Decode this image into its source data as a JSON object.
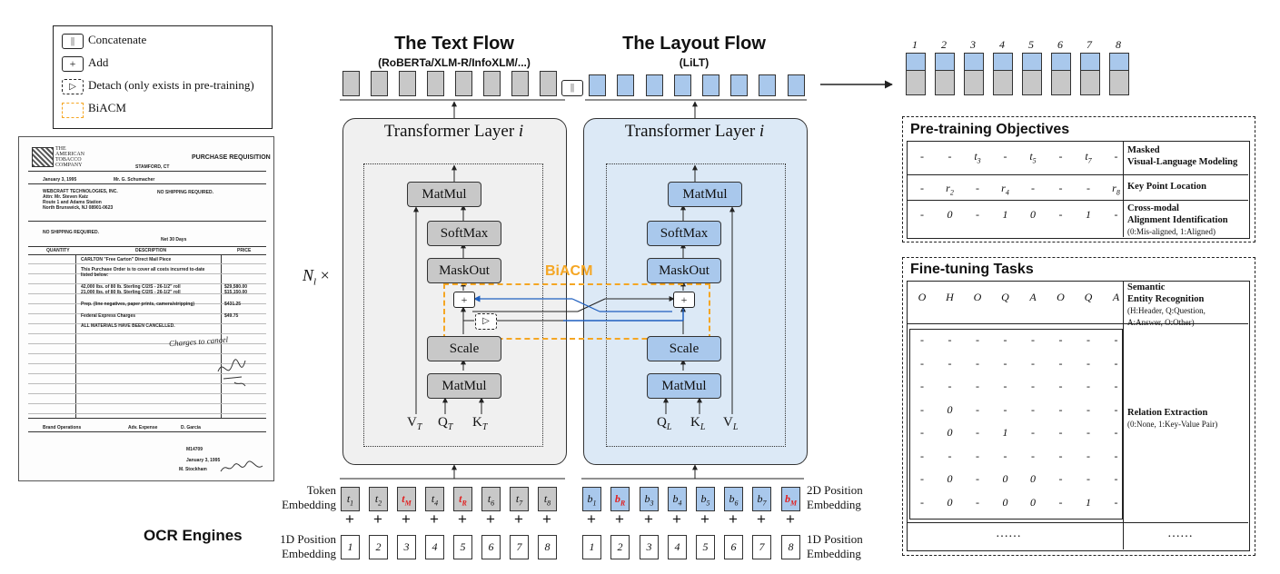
{
  "legend": {
    "concat_symbol": "||",
    "concat_label": "Concatenate",
    "add_symbol": "+",
    "add_label": "Add",
    "detach_symbol": "▷",
    "detach_label": "Detach (only exists in pre-training)",
    "biacm_label": "BiACM"
  },
  "document": {
    "company_line1": "THE",
    "company_line2": "AMERICAN",
    "company_line3": "TOBACCO",
    "company_line4": "COMPANY",
    "doc_title": "PURCHASE REQUISITION",
    "location": "STAMFORD, CT",
    "date_value": "January 3, 1995",
    "requisitioner": "Mr. G. Schumacher",
    "supplier_line1": "WEBCRAFT TECHNOLOGIES, INC.",
    "supplier_line2": "Attn: Mr. Steven Katz",
    "supplier_line3": "Route 1 and Adams Station",
    "supplier_line4": "North Brunswick, NJ 08901-0623",
    "ship_to": "NO SHIPPING REQUIRED.",
    "shipment_note": "NO SHIPPING REQUIRED.",
    "terms": "Net 30 Days",
    "col_quantity": "QUANTITY",
    "col_description": "DESCRIPTION",
    "col_price": "PRICE",
    "items": [
      "CARLTON \"Free Carton\" Direct Mail Piece",
      "This Purchase Order is to cover all costs incurred to-date listed below:",
      "42,000 lbs. of 80 lb. Sterling C/2/S - 26-1/2\" roll",
      "21,000 lbs. of 80 lb. Sterling C/2/S - 26-1/2\" roll",
      "Prep. (line negatives, paper prints, camera/stripping)",
      "Federal Express Charges",
      "ALL MATERIALS HAVE BEEN CANCELLED."
    ],
    "prices": [
      "$29,580.00",
      "$15,150.00",
      "$431.25",
      "$49.75"
    ],
    "handwriting": "Charges to cancel",
    "dept": "Brand Operations",
    "acct": "Adv. Expense",
    "charge_to": "D. Garcia",
    "po_number": "M14709",
    "sign_date": "January 3, 1995",
    "approver": "M. Stockham"
  },
  "ocr_label": "OCR Engines",
  "text_flow": {
    "title": "The Text Flow",
    "subtitle": "(RoBERTa/XLM-R/InfoXLM/...)",
    "layer_title": "Transformer Layer",
    "layer_index": "i",
    "matmul_top": "MatMul",
    "softmax": "SoftMax",
    "maskout": "MaskOut",
    "scale": "Scale",
    "matmul_bottom": "MatMul",
    "v": "V",
    "v_sub": "T",
    "q": "Q",
    "q_sub": "T",
    "k": "K",
    "k_sub": "T"
  },
  "layout_flow": {
    "title": "The Layout Flow",
    "subtitle": "(LiLT)",
    "layer_title": "Transformer Layer",
    "layer_index": "i",
    "matmul_top": "MatMul",
    "softmax": "SoftMax",
    "maskout": "MaskOut",
    "scale": "Scale",
    "matmul_bottom": "MatMul",
    "q": "Q",
    "q_sub": "L",
    "k": "K",
    "k_sub": "L",
    "v": "V",
    "v_sub": "L"
  },
  "biacm": "BiACM",
  "concat_symbol": "||",
  "add_symbol": "+",
  "detach_symbol": "▷",
  "nl_label": "N",
  "nl_sub": "l",
  "nl_times": "×",
  "token_embedding": [
    "Token",
    "Embedding"
  ],
  "pos2d_embedding": [
    "2D Position",
    "Embedding"
  ],
  "pos1d_embedding": [
    "1D Position",
    "Embedding"
  ],
  "pos1d_embedding_right": [
    "1D Position",
    "Embedding"
  ],
  "token_labels": [
    {
      "base": "t",
      "sub": "1",
      "special": false
    },
    {
      "base": "t",
      "sub": "2",
      "special": false
    },
    {
      "base": "t",
      "sub": "M",
      "special": true
    },
    {
      "base": "t",
      "sub": "4",
      "special": false
    },
    {
      "base": "t",
      "sub": "R",
      "special": true
    },
    {
      "base": "t",
      "sub": "6",
      "special": false
    },
    {
      "base": "t",
      "sub": "7",
      "special": false
    },
    {
      "base": "t",
      "sub": "8",
      "special": false
    }
  ],
  "box_labels": [
    {
      "base": "b",
      "sub": "1",
      "special": false
    },
    {
      "base": "b",
      "sub": "R",
      "special": true
    },
    {
      "base": "b",
      "sub": "3",
      "special": false
    },
    {
      "base": "b",
      "sub": "4",
      "special": false
    },
    {
      "base": "b",
      "sub": "5",
      "special": false
    },
    {
      "base": "b",
      "sub": "6",
      "special": false
    },
    {
      "base": "b",
      "sub": "7",
      "special": false
    },
    {
      "base": "b",
      "sub": "M",
      "special": true
    }
  ],
  "pos_numbers": [
    "1",
    "2",
    "3",
    "4",
    "5",
    "6",
    "7",
    "8"
  ],
  "output_numbers": [
    "1",
    "2",
    "3",
    "4",
    "5",
    "6",
    "7",
    "8"
  ],
  "pretraining": {
    "title": "Pre-training Objectives",
    "rows": [
      {
        "cells": [
          "-",
          "-",
          "t3",
          "-",
          "t5",
          "-",
          "t7",
          "-"
        ],
        "label_bold": [
          "Masked",
          "Visual-Language Modeling"
        ],
        "label_note": ""
      },
      {
        "cells": [
          "-",
          "r2",
          "-",
          "r4",
          "-",
          "-",
          "-",
          "r8"
        ],
        "label_bold": [
          "Key Point Location"
        ],
        "label_note": ""
      },
      {
        "cells": [
          "-",
          "0",
          "-",
          "1",
          "0",
          "-",
          "1",
          "-"
        ],
        "label_bold": [
          "Cross-modal",
          "Alignment Identification"
        ],
        "label_note": "(0:Mis-aligned, 1:Aligned)"
      }
    ]
  },
  "finetuning": {
    "title": "Fine-tuning Tasks",
    "ser_cells": [
      "O",
      "H",
      "O",
      "Q",
      "A",
      "O",
      "Q",
      "A"
    ],
    "ser_label": [
      "Semantic",
      "Entity Recognition"
    ],
    "ser_note": [
      "(H:Header, Q:Question,",
      "A:Answer, O:Other)"
    ],
    "re_matrix": [
      [
        "-",
        "-",
        "-",
        "-",
        "-",
        "-",
        "-",
        "-"
      ],
      [
        "-",
        "-",
        "-",
        "-",
        "-",
        "-",
        "-",
        "-"
      ],
      [
        "-",
        "-",
        "-",
        "-",
        "-",
        "-",
        "-",
        "-"
      ],
      [
        "-",
        "0",
        "-",
        "-",
        "-",
        "-",
        "-",
        "-"
      ],
      [
        "-",
        "0",
        "-",
        "1",
        "-",
        "-",
        "-",
        "-"
      ],
      [
        "-",
        "-",
        "-",
        "-",
        "-",
        "-",
        "-",
        "-"
      ],
      [
        "-",
        "0",
        "-",
        "0",
        "0",
        "-",
        "-",
        "-"
      ],
      [
        "-",
        "0",
        "-",
        "0",
        "0",
        "-",
        "1",
        "-"
      ]
    ],
    "re_label": "Relation Extraction",
    "re_note": "(0:None, 1:Key-Value Pair)",
    "ellipsis_left": "……",
    "ellipsis_right": "……"
  },
  "colors": {
    "gray_fill": "#c8c8c8",
    "blue_fill": "#a9c8ec",
    "light_gray_panel": "#f0f0f0",
    "light_blue_panel": "#dce9f6",
    "biacm_orange": "#f5a623",
    "special_red": "#e02020",
    "blue_line": "#1f5fbf"
  }
}
